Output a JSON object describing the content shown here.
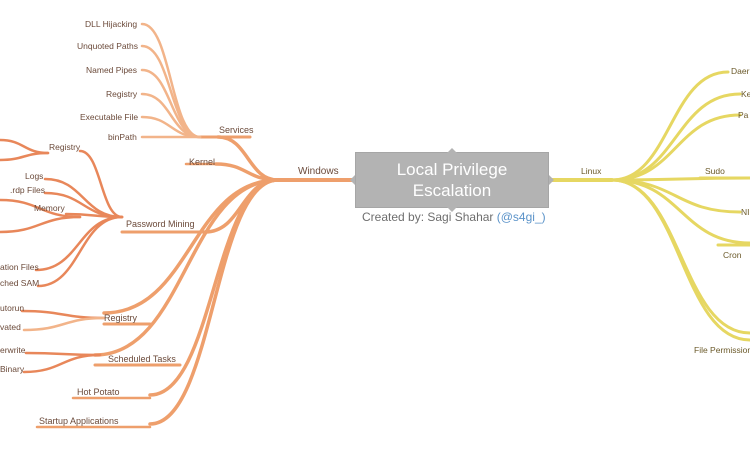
{
  "central": {
    "title_line1": "Local Privilege",
    "title_line2": "Escalation",
    "credit_prefix": "Created by: Sagi Shahar ",
    "credit_handle": "(@s4gi_)"
  },
  "colors": {
    "windows_branch": "#ee9f6c",
    "windows_deep": "#e8875a",
    "windows_light": "#f2b48a",
    "linux_branch": "#e6d762",
    "central_box": "#b3b3b3",
    "label_text": "#6b4a3a",
    "handle_link": "#5b93c9"
  },
  "windows": {
    "label": "Windows",
    "services": {
      "label": "Services",
      "items": [
        "DLL Hijacking",
        "Unquoted Paths",
        "Named Pipes",
        "Registry",
        "Executable File",
        "binPath"
      ]
    },
    "kernel": {
      "label": "Kernel"
    },
    "password_mining": {
      "label": "Password Mining",
      "items": [
        "Registry",
        "Logs",
        ".rdp Files",
        "Memory",
        "ation Files",
        "ched SAM"
      ]
    },
    "registry": {
      "label": "Registry",
      "items": [
        "utorun",
        "vated"
      ]
    },
    "scheduled_tasks": {
      "label": "Scheduled Tasks",
      "items": [
        "erwrite",
        "Binary"
      ]
    },
    "hot_potato": {
      "label": "Hot Potato"
    },
    "startup_applications": {
      "label": "Startup Applications"
    }
  },
  "linux": {
    "label": "Linux",
    "items": [
      "Daer",
      "Ke",
      "Pa",
      "Sudo",
      "NI",
      "Cron",
      "File Permission"
    ]
  }
}
